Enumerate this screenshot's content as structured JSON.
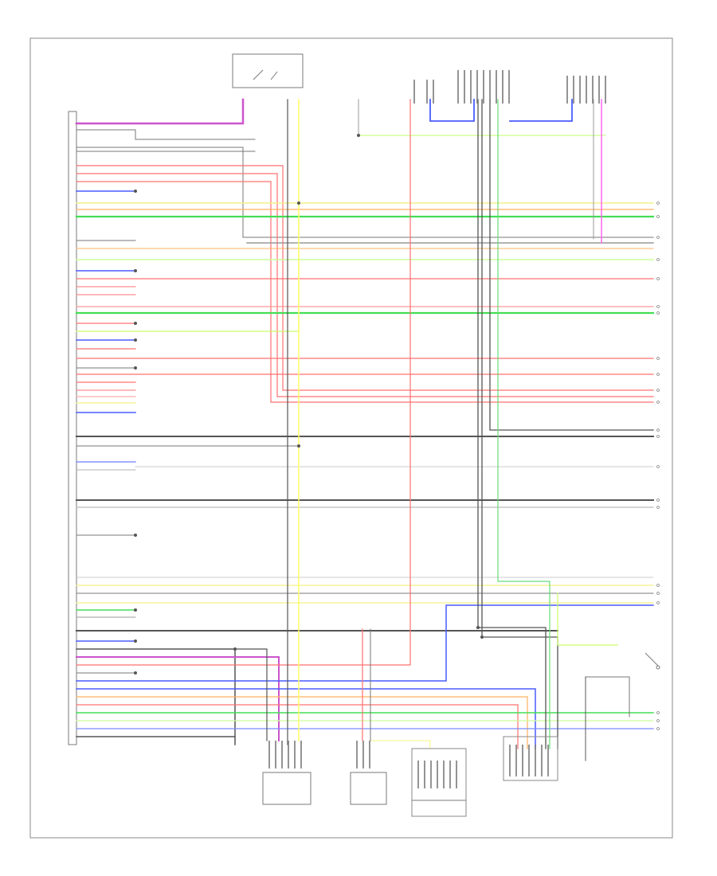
{
  "diagram": {
    "page_label": "",
    "modules": [
      {
        "key": "ecm",
        "label": ""
      },
      {
        "key": "coolant",
        "label": ""
      },
      {
        "key": "tps",
        "label": ""
      },
      {
        "key": "idle",
        "label": ""
      },
      {
        "key": "maf",
        "label": ""
      },
      {
        "key": "o2",
        "label": ""
      },
      {
        "key": "evap",
        "label": ""
      },
      {
        "key": "cam",
        "label": ""
      },
      {
        "key": "crank",
        "label": ""
      },
      {
        "key": "iac",
        "label": ""
      },
      {
        "key": "vss",
        "label": ""
      },
      {
        "key": "fuel",
        "label": ""
      },
      {
        "key": "ground",
        "label": ""
      }
    ],
    "colors": {
      "violet": "#cc55cc",
      "gray": "#9a9a9a",
      "dark": "#555555",
      "red": "#ff7070",
      "pink": "#ff66ee",
      "blue": "#4a5cff",
      "yellow": "#ffff66",
      "lightyellow": "#f7f79a",
      "green": "#44dd55",
      "lightgreen": "#aaff66",
      "orange": "#ffb060",
      "brownred": "#e06060"
    }
  }
}
